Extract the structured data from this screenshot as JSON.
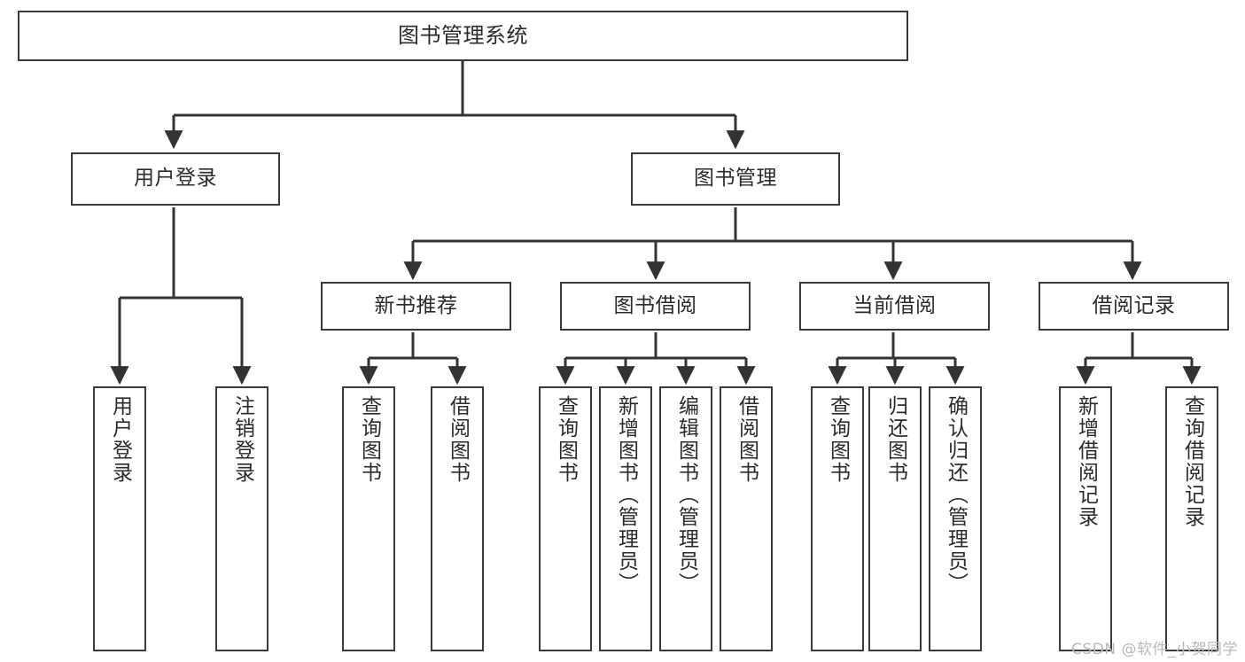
{
  "diagram": {
    "title": "图书管理系统",
    "watermark": "CSDN @软件_小贺同学",
    "colors": {
      "box_border": "#3a3a3a",
      "box_fill": "#ffffff",
      "edge": "#333333",
      "text": "#2b2b2b",
      "watermark": "#b9b9b9"
    },
    "root": {
      "label": "图书管理系统"
    },
    "level2": [
      {
        "label": "用户登录"
      },
      {
        "label": "图书管理"
      }
    ],
    "level3": [
      {
        "label": "新书推荐"
      },
      {
        "label": "图书借阅"
      },
      {
        "label": "当前借阅"
      },
      {
        "label": "借阅记录"
      }
    ],
    "leaves": {
      "user_login": [
        {
          "label": "用户登录"
        },
        {
          "label": "注销登录"
        }
      ],
      "new_book_recommend": [
        {
          "label": "查询图书"
        },
        {
          "label": "借阅图书"
        }
      ],
      "book_borrow": [
        {
          "label": "查询图书"
        },
        {
          "label": "新增图书（管理员）"
        },
        {
          "label": "编辑图书（管理员）"
        },
        {
          "label": "借阅图书"
        }
      ],
      "current_borrow": [
        {
          "label": "查询图书"
        },
        {
          "label": "归还图书"
        },
        {
          "label": "确认归还（管理员）"
        }
      ],
      "borrow_record": [
        {
          "label": "新增借阅记录"
        },
        {
          "label": "查询借阅记录"
        }
      ]
    }
  }
}
